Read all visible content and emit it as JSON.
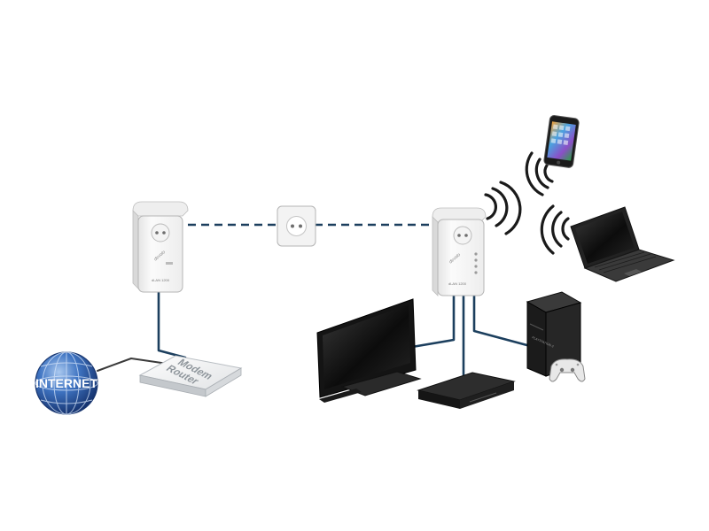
{
  "labels": {
    "internet": "INTERNET",
    "router_line1": "Modem",
    "router_line2": "Router"
  },
  "device_text": {
    "adapter_brand": "devolo",
    "adapter_model": "dLAN 1200",
    "console_brand": "PLAYSTATION 3"
  },
  "colors": {
    "cable": "#1c3f5e",
    "dashed_link": "#1c3f5e",
    "wifi_waves": "#1a1a1a",
    "globe": "#3a6cb7",
    "device_dark": "#1b1b1b",
    "adapter_body": "#f7f7f7"
  },
  "nodes": [
    {
      "id": "internet",
      "kind": "globe-icon"
    },
    {
      "id": "modem-router",
      "kind": "router-icon"
    },
    {
      "id": "powerline-adapter-1",
      "kind": "powerline-adapter-icon"
    },
    {
      "id": "wall-socket",
      "kind": "socket-icon"
    },
    {
      "id": "powerline-adapter-2-wifi",
      "kind": "powerline-wifi-adapter-icon"
    },
    {
      "id": "tv",
      "kind": "tv-icon"
    },
    {
      "id": "media-player",
      "kind": "set-top-box-icon"
    },
    {
      "id": "game-console",
      "kind": "console-icon"
    },
    {
      "id": "smartphone",
      "kind": "phone-icon"
    },
    {
      "id": "laptop",
      "kind": "laptop-icon"
    }
  ],
  "connections": [
    {
      "from": "internet",
      "to": "modem-router",
      "type": "cable"
    },
    {
      "from": "modem-router",
      "to": "powerline-adapter-1",
      "type": "cable"
    },
    {
      "from": "powerline-adapter-1",
      "to": "powerline-adapter-2-wifi",
      "type": "powerline",
      "via": "wall-socket"
    },
    {
      "from": "powerline-adapter-2-wifi",
      "to": "tv",
      "type": "cable"
    },
    {
      "from": "powerline-adapter-2-wifi",
      "to": "media-player",
      "type": "cable"
    },
    {
      "from": "powerline-adapter-2-wifi",
      "to": "game-console",
      "type": "cable"
    },
    {
      "from": "powerline-adapter-2-wifi",
      "to": "smartphone",
      "type": "wifi"
    },
    {
      "from": "powerline-adapter-2-wifi",
      "to": "laptop",
      "type": "wifi"
    }
  ]
}
